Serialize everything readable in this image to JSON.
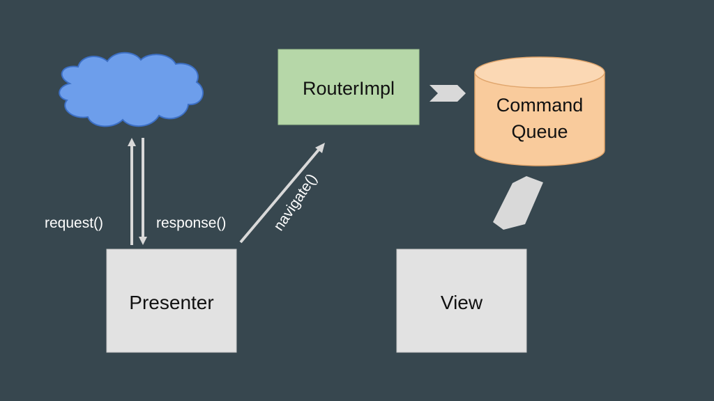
{
  "diagram": {
    "nodes": {
      "router": {
        "label": "RouterImpl",
        "fill": "#b6d7a8"
      },
      "queue": {
        "label_line1": "Command",
        "label_line2": "Queue",
        "fill": "#f9cb9c"
      },
      "presenter": {
        "label": "Presenter",
        "fill": "#e2e2e2"
      },
      "view": {
        "label": "View",
        "fill": "#e2e2e2"
      },
      "cloud": {
        "icon": "cloud-icon",
        "fill": "#6d9eeb"
      }
    },
    "edges": {
      "request": {
        "label": "request()"
      },
      "response": {
        "label": "response()"
      },
      "navigate": {
        "label": "navigate()"
      }
    },
    "colors": {
      "background": "#37474f",
      "arrow": "#d9d9d9",
      "text_light": "#ffffff"
    }
  }
}
